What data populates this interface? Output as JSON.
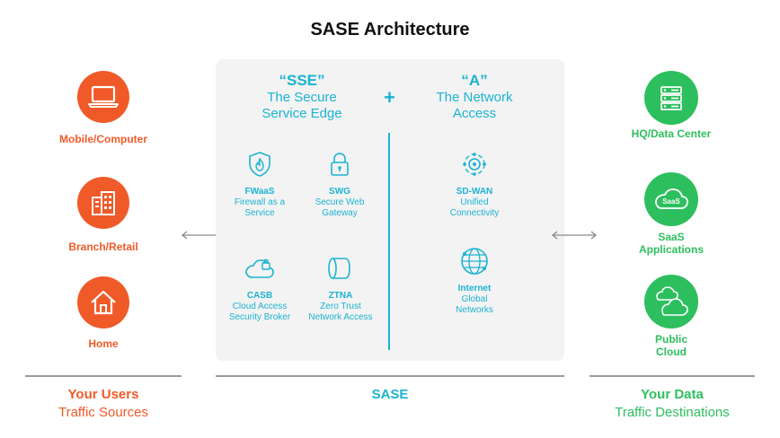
{
  "title": "SASE Architecture",
  "colors": {
    "users": "#f05a28",
    "sase": "#1bb3d2",
    "data": "#2dbf5e",
    "panel": "#f3f3f3"
  },
  "users": {
    "items": [
      {
        "label": "Mobile/Computer",
        "icon": "laptop-icon"
      },
      {
        "label": "Branch/Retail",
        "icon": "building-icon"
      },
      {
        "label": "Home",
        "icon": "house-icon"
      }
    ],
    "footer_title": "Your Users",
    "footer_sub": "Traffic Sources"
  },
  "sase": {
    "sse_quote": "“SSE”",
    "sse_line1": "The Secure",
    "sse_line2": "Service Edge",
    "plus": "+",
    "a_quote": "“A”",
    "a_line1": "The Network",
    "a_line2": "Access",
    "services": [
      {
        "name": "FWaaS",
        "desc1": "Firewall as a",
        "desc2": "Service",
        "icon": "shield-fire-icon"
      },
      {
        "name": "SWG",
        "desc1": "Secure Web",
        "desc2": "Gateway",
        "icon": "lock-icon"
      },
      {
        "name": "CASB",
        "desc1": "Cloud Access",
        "desc2": "Security Broker",
        "icon": "cloud-lock-icon"
      },
      {
        "name": "ZTNA",
        "desc1": "Zero Trust",
        "desc2": "Network Access",
        "icon": "tunnel-icon"
      },
      {
        "name": "SD-WAN",
        "desc1": "Unified",
        "desc2": "Connectivity",
        "icon": "network-node-icon"
      },
      {
        "name": "Internet",
        "desc1": "Global",
        "desc2": "Networks",
        "icon": "globe-icon"
      }
    ],
    "footer": "SASE"
  },
  "data": {
    "items": [
      {
        "label1": "HQ/Data Center",
        "label2": "",
        "icon": "server-icon"
      },
      {
        "label1": "SaaS",
        "label2": "Applications",
        "icon": "saas-cloud-icon"
      },
      {
        "label1": "Public",
        "label2": "Cloud",
        "icon": "clouds-icon"
      }
    ],
    "footer_title": "Your Data",
    "footer_sub": "Traffic Destinations"
  }
}
